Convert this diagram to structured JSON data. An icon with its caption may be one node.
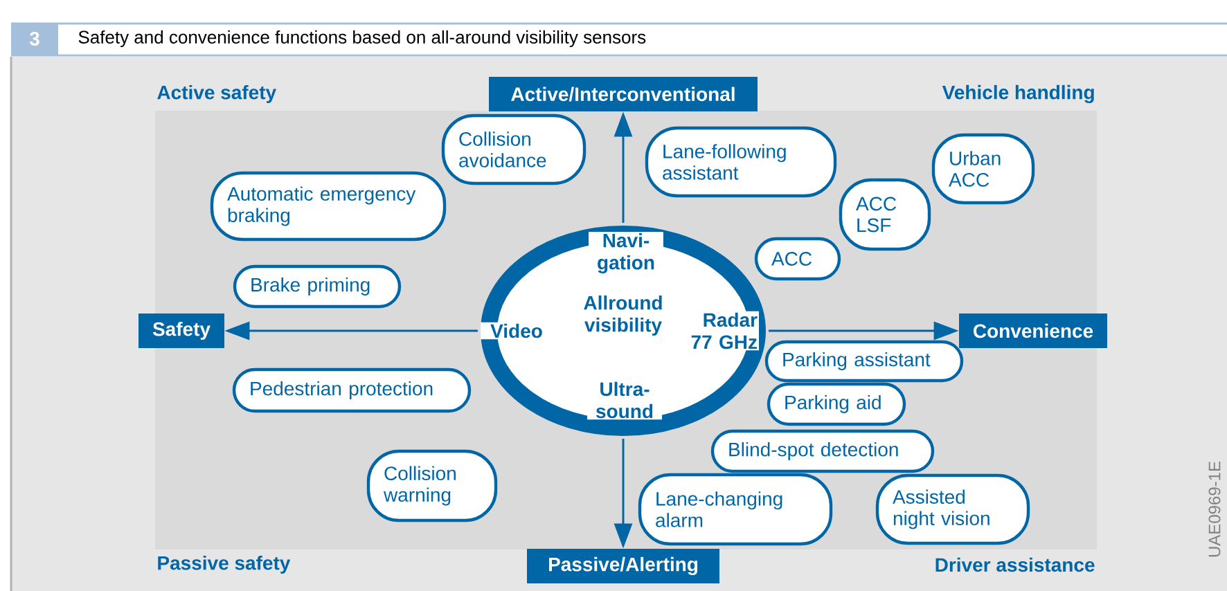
{
  "diagram": {
    "title": "Safety and convenience functions based on all-around visibility sensors",
    "nodes": [
      {
        "text": [
          "Active/Interconventional"
        ]
      },
      {
        "text": [
          "Safety"
        ]
      },
      {
        "text": [
          "Convenience"
        ]
      },
      {
        "text": [
          "Passive/Alerting"
        ]
      },
      {
        "text": [
          "Navi- gation",
          "Video",
          "Allround visibility",
          "Radar 77 GHz",
          "Ultra- sound"
        ]
      },
      {
        "text": [
          "Collision avoidance"
        ]
      },
      {
        "text": [
          "Lane-following assistant"
        ]
      },
      {
        "text": [
          "Urban ACC"
        ]
      },
      {
        "text": [
          "Automatic emergency braking"
        ]
      },
      {
        "text": [
          "ACC LSF"
        ]
      },
      {
        "text": [
          "ACC"
        ]
      },
      {
        "text": [
          "Brake priming"
        ]
      },
      {
        "text": [
          "Parking assistant"
        ]
      },
      {
        "text": [
          "Pedestrian protection"
        ]
      },
      {
        "text": [
          "Parking aid"
        ]
      },
      {
        "text": [
          "Blind-spot detection"
        ]
      },
      {
        "text": [
          "Collision warning"
        ]
      },
      {
        "text": [
          "Lane-changing alarm"
        ]
      },
      {
        "text": [
          "Assisted night vision"
        ]
      }
    ],
    "edges": [
      {
        "from": 4,
        "to": 0,
        "arrow": "to"
      },
      {
        "from": 4,
        "to": 1,
        "arrow": "to"
      },
      {
        "from": 4,
        "to": 2,
        "arrow": "to"
      },
      {
        "from": 4,
        "to": 3,
        "arrow": "to"
      }
    ],
    "labels": [
      "3",
      "Active safety",
      "Vehicle handling",
      "Passive safety",
      "Driver assistance",
      "UAE0969-1E"
    ]
  }
}
